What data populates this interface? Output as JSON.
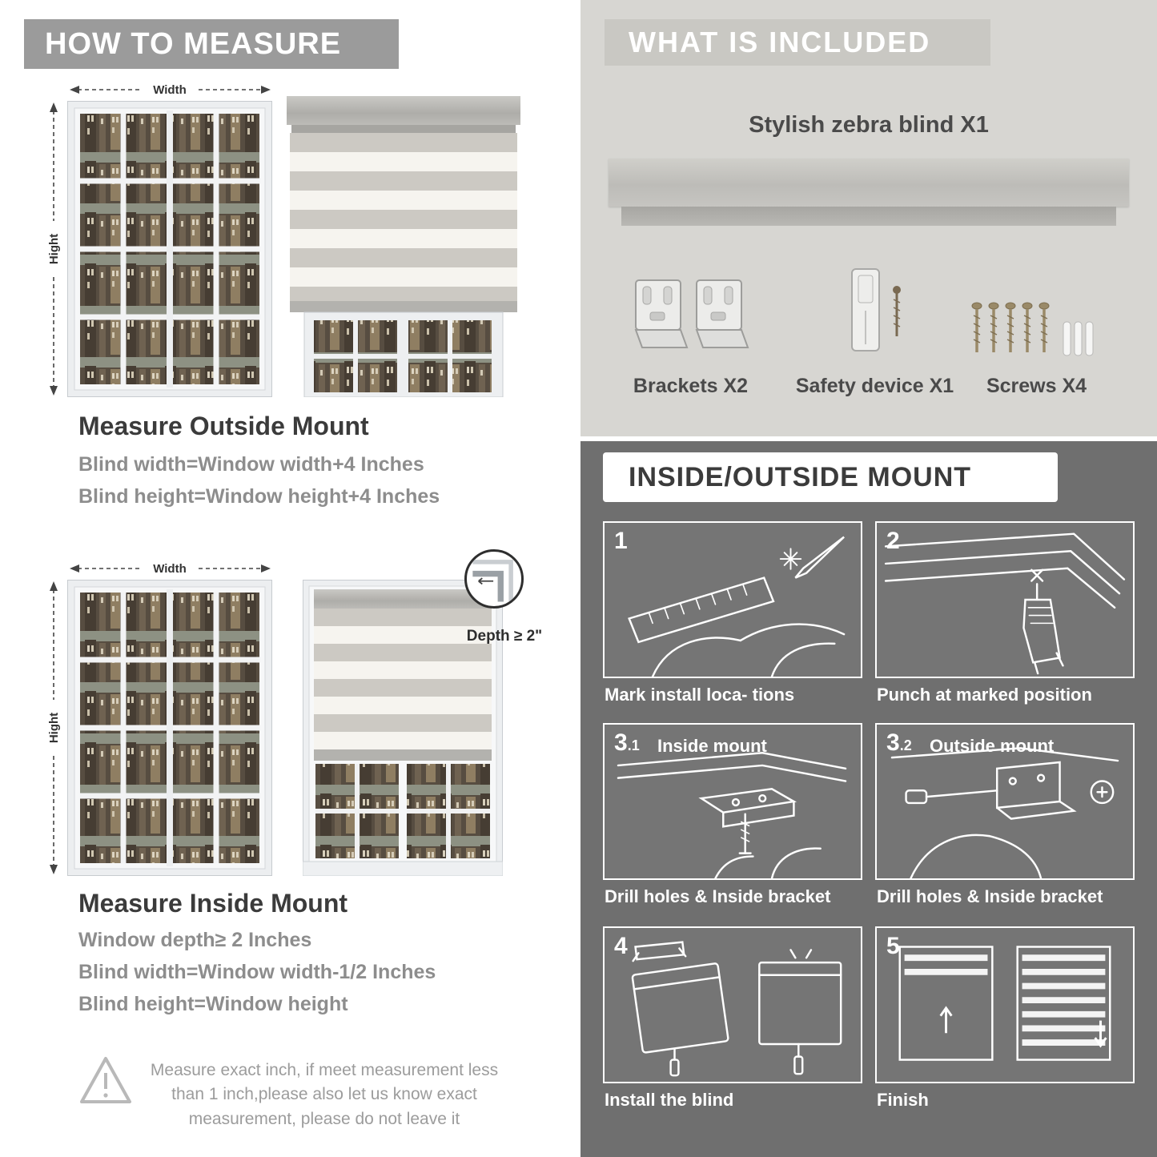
{
  "left": {
    "header": "HOW TO MEASURE",
    "outside": {
      "width_label": "Width",
      "height_label": "Hight",
      "title": "Measure Outside Mount",
      "lines": [
        "Blind width=Window width+4 Inches",
        "Blind height=Window height+4 Inches"
      ]
    },
    "inside": {
      "width_label": "Width",
      "height_label": "Hight",
      "depth_label": "Depth ≥ 2\"",
      "title": "Measure Inside Mount",
      "lines": [
        "Window depth≥ 2 Inches",
        "Blind width=Window width-1/2 Inches",
        "Blind height=Window height"
      ]
    },
    "warning": "Measure exact inch, if meet measurement less than 1 inch,please also let us know exact measurement, please do not leave it"
  },
  "included": {
    "header": "WHAT IS INCLUDED",
    "product": "Stylish zebra blind X1",
    "parts": [
      {
        "name": "brackets",
        "label": "Brackets X2"
      },
      {
        "name": "safety-device",
        "label": "Safety device X1"
      },
      {
        "name": "screws",
        "label": "Screws X4"
      }
    ]
  },
  "mount": {
    "header": "INSIDE/OUTSIDE MOUNT",
    "steps": [
      {
        "num": "1",
        "sub": "",
        "label": "",
        "caption": "Mark install loca- tions"
      },
      {
        "num": "2",
        "sub": "",
        "label": "",
        "caption": "Punch at  marked position"
      },
      {
        "num": "3",
        "sub": ".1",
        "label": "Inside mount",
        "caption": "Drill holes &  Inside bracket"
      },
      {
        "num": "3",
        "sub": ".2",
        "label": "Outside mount",
        "caption": "Drill holes &  Inside bracket"
      },
      {
        "num": "4",
        "sub": "",
        "label": "",
        "caption": "Install the blind"
      },
      {
        "num": "5",
        "sub": "",
        "label": "",
        "caption": "Finish"
      }
    ]
  },
  "colors": {
    "header_gray": "#9b9b9b",
    "included_bg": "#d7d6d2",
    "included_bar": "#c9c8c3",
    "dark_section": "#6f6f6f",
    "dark_text": "#3b3b3b",
    "body_text_gray": "#8d8d8d",
    "white": "#ffffff"
  }
}
